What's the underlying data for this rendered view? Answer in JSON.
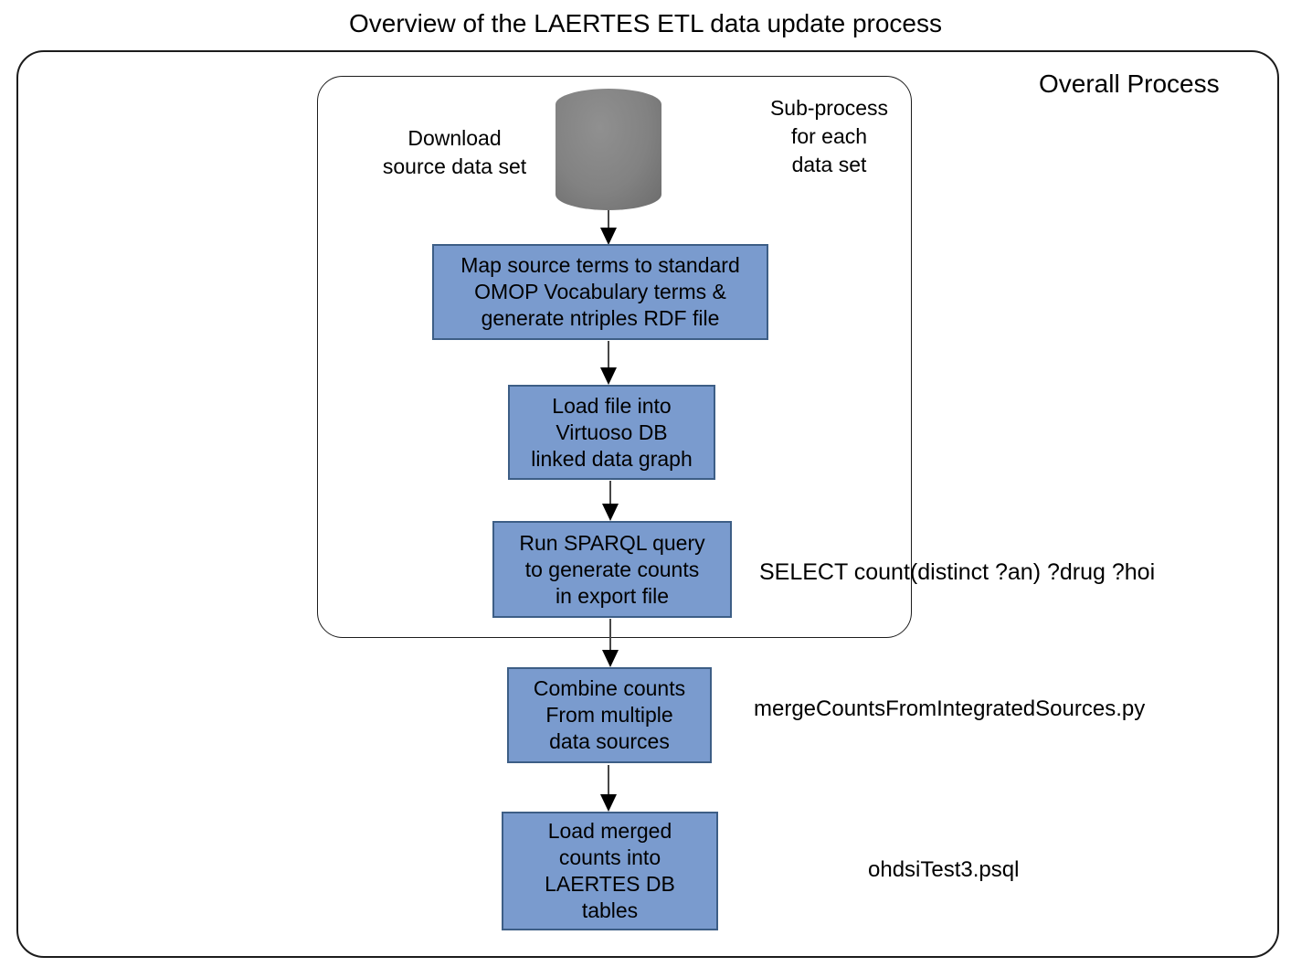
{
  "title": "Overview of the LAERTES ETL data update process",
  "overall_process_label": "Overall Process",
  "source": {
    "icon": "database-cylinder-icon",
    "download_label": "Download\nsource data set",
    "subprocess_label": "Sub-process\nfor each\ndata set"
  },
  "steps": [
    {
      "label": "Map source terms to standard\nOMOP Vocabulary terms &\ngenerate ntriples RDF file"
    },
    {
      "label": "Load file into\nVirtuoso DB\nlinked data graph"
    },
    {
      "label": "Run SPARQL query\nto generate counts\nin export file",
      "annotation": "SELECT count(distinct ?an) ?drug ?hoi"
    },
    {
      "label": "Combine counts\nFrom multiple\ndata sources",
      "annotation": "mergeCountsFromIntegratedSources.py"
    },
    {
      "label": "Load merged\ncounts into\nLAERTES DB\ntables",
      "annotation": "ohdsiTest3.psql"
    }
  ],
  "colors": {
    "box_fill": "#7A9BCE",
    "box_border": "#3D5E86",
    "cylinder_gray": "#7F7F7F",
    "frame_border": "#1C1C1C",
    "text": "#000000"
  }
}
